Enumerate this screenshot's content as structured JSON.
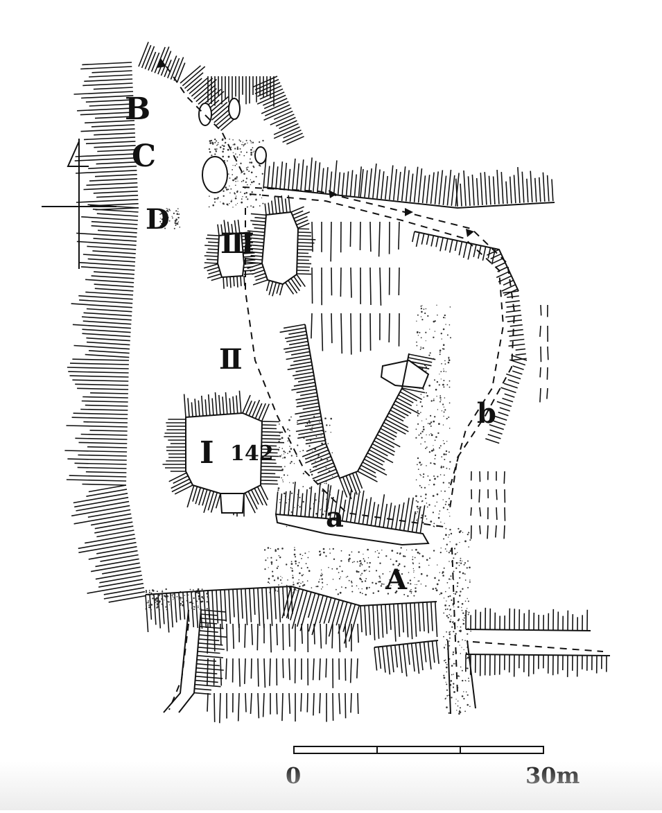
{
  "map": {
    "features": [
      {
        "id": "B",
        "label": "B",
        "kind": "earthwork-label"
      },
      {
        "id": "C",
        "label": "C",
        "kind": "earthwork-label"
      },
      {
        "id": "D",
        "label": "D",
        "kind": "earthwork-label"
      },
      {
        "id": "III",
        "label": "Ⅲ",
        "kind": "enclosure"
      },
      {
        "id": "II",
        "label": "Ⅱ",
        "kind": "enclosure"
      },
      {
        "id": "I",
        "label": "I",
        "kind": "enclosure"
      },
      {
        "id": "A",
        "label": "A",
        "kind": "earthwork-label"
      },
      {
        "id": "a",
        "label": "a",
        "kind": "path-point"
      },
      {
        "id": "b",
        "label": "b",
        "kind": "path-point"
      }
    ],
    "elevation_label": "142",
    "north_arrow": {
      "icon": "north-arrow-icon"
    },
    "scale_bar": {
      "start_label": "0",
      "end_label": "30m",
      "segments": 3
    },
    "colors": {
      "ink": "#111111",
      "stipple": "#333333",
      "paper": "#ffffff"
    }
  }
}
